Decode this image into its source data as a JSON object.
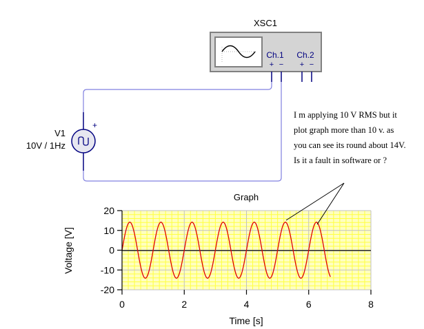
{
  "oscilloscope": {
    "name": "XSC1",
    "channels": [
      {
        "label": "Ch.1",
        "plus": "+",
        "minus": "−"
      },
      {
        "label": "Ch.2",
        "plus": "+",
        "minus": "−"
      }
    ],
    "display_icon": "sine-wave-icon"
  },
  "source": {
    "name": "V1",
    "value": "10V / 1Hz",
    "polarity": "+",
    "icon": "ac-source-icon"
  },
  "note": {
    "lines": [
      "I m applying 10 V RMS but it",
      "plot graph more than 10 v. as",
      "you can see its round about 14V.",
      "Is it a fault in software or ?"
    ]
  },
  "colors": {
    "wire": "#8080e0",
    "pin": "#000080",
    "grid_minor": "#ffff40",
    "grid_major": "#c0c0c0",
    "plot_bg": "#ffffc0",
    "trace": "#e00000",
    "scope_body": "#d4d4d4",
    "source_fill": "#e6e6f0"
  },
  "chart_data": {
    "type": "line",
    "title": "Graph",
    "xlabel": "Time [s]",
    "ylabel": "Voltage [V]",
    "xlim": [
      0,
      8
    ],
    "ylim": [
      -20,
      20
    ],
    "xticks": [
      0,
      2,
      4,
      6,
      8
    ],
    "yticks": [
      20,
      10,
      0,
      -10,
      -20
    ],
    "grid": true,
    "series": [
      {
        "name": "Ch.1",
        "function": "14.14*sin(2*pi*1*t)",
        "amplitude": 14.14,
        "frequency_hz": 1,
        "t_start": 0,
        "t_end": 6.7,
        "x": [
          0,
          0.25,
          0.5,
          0.75,
          1.0,
          1.25,
          1.5,
          1.75,
          2.0,
          2.25,
          2.5,
          2.75,
          3.0,
          3.25,
          3.5,
          3.75,
          4.0,
          4.25,
          4.5,
          4.75,
          5.0,
          5.25,
          5.5,
          5.75,
          6.0,
          6.25,
          6.5,
          6.7
        ],
        "values": [
          0,
          14.1,
          0,
          -14.1,
          0,
          14.1,
          0,
          -14.1,
          0,
          14.1,
          0,
          -14.1,
          0,
          14.1,
          0,
          -14.1,
          0,
          14.1,
          0,
          -14.1,
          0,
          14.1,
          0,
          -14.1,
          0,
          14.1,
          0,
          -13.4
        ]
      }
    ],
    "annotations": [
      "arrows from note to peaks at t≈5.25 and t≈6.25"
    ]
  }
}
